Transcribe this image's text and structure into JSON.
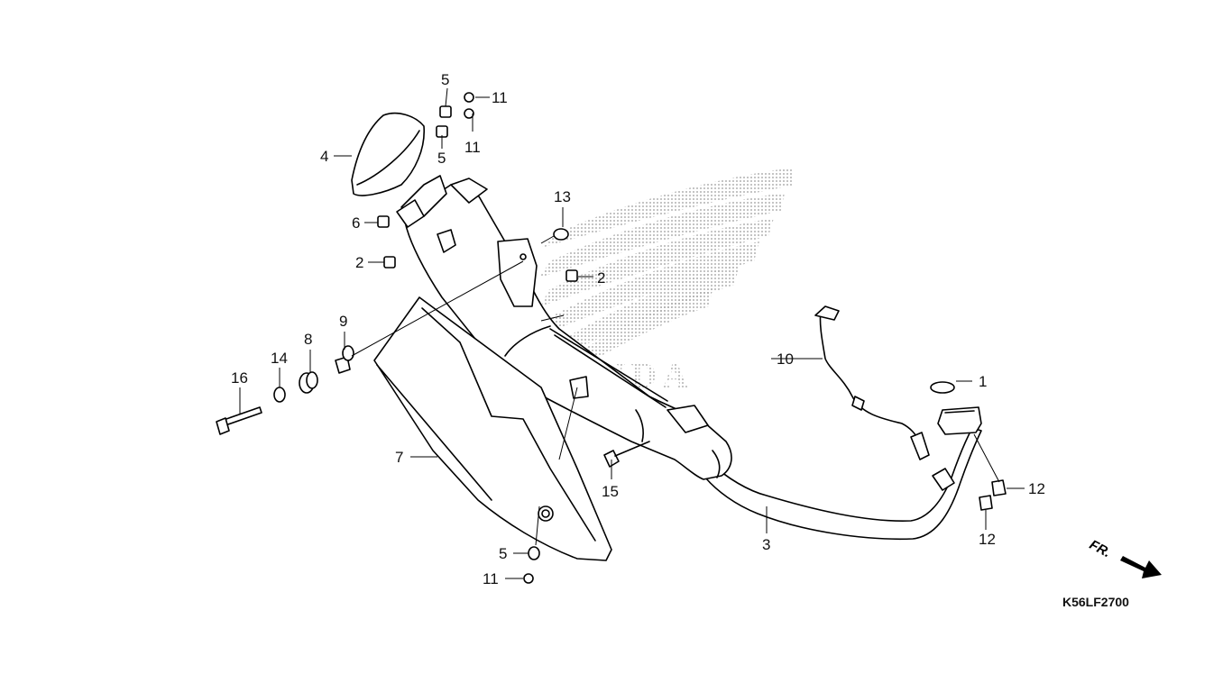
{
  "diagram_code": "K56LF2700",
  "front_arrow_label": "FR.",
  "watermark": "HONDA",
  "callouts": [
    {
      "id": "c5a",
      "text": "5"
    },
    {
      "id": "c11a",
      "text": "11"
    },
    {
      "id": "c11b",
      "text": "11"
    },
    {
      "id": "c5b",
      "text": "5"
    },
    {
      "id": "c4",
      "text": "4"
    },
    {
      "id": "c6",
      "text": "6"
    },
    {
      "id": "c2a",
      "text": "2"
    },
    {
      "id": "c13",
      "text": "13"
    },
    {
      "id": "c2b",
      "text": "2"
    },
    {
      "id": "c9",
      "text": "9"
    },
    {
      "id": "c8",
      "text": "8"
    },
    {
      "id": "c14",
      "text": "14"
    },
    {
      "id": "c16",
      "text": "16"
    },
    {
      "id": "c10",
      "text": "10"
    },
    {
      "id": "c1",
      "text": "1"
    },
    {
      "id": "c7",
      "text": "7"
    },
    {
      "id": "c15",
      "text": "15"
    },
    {
      "id": "c12a",
      "text": "12"
    },
    {
      "id": "c12b",
      "text": "12"
    },
    {
      "id": "c3",
      "text": "3"
    },
    {
      "id": "c5c",
      "text": "5"
    },
    {
      "id": "c11c",
      "text": "11"
    }
  ]
}
